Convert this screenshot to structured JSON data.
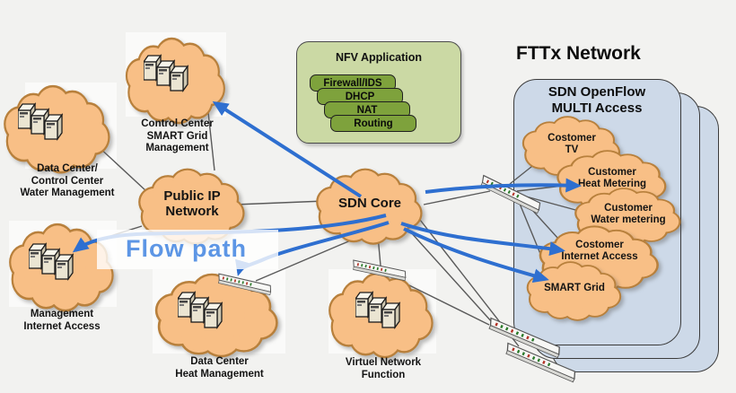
{
  "fttx_title": "FTTx Network",
  "panel": {
    "title": "SDN OpenFlow\nMULTI Access"
  },
  "nfv": {
    "title": "NFV Application",
    "pills": [
      "Firewall/IDS",
      "DHCP",
      "NAT",
      "Routing"
    ]
  },
  "flow_path_label": "Flow path",
  "nodes": {
    "water_mgmt": {
      "label": "Data Center/\nControl Center\nWater Management"
    },
    "smart_grid_mgmt": {
      "label": "Control Center\nSMART Grid\nManagement"
    },
    "public_ip": {
      "label": "Public IP\nNetwork"
    },
    "sdn_core": {
      "label": "SDN Core"
    },
    "mgmt_internet": {
      "label": "Management\nInternet Access"
    },
    "dc_heat": {
      "label": "Data Center\nHeat Management"
    },
    "vnf": {
      "label": "Virtuel Network\nFunction"
    },
    "customer_tv": {
      "label": "Costomer\nTV"
    },
    "customer_heat": {
      "label": "Customer\nHeat Metering"
    },
    "customer_water": {
      "label": "Customer\nWater metering"
    },
    "customer_internet": {
      "label": "Costomer\nInternet Access"
    },
    "smart_grid": {
      "label": "SMART Grid"
    }
  },
  "colors": {
    "cloud_fill": "#f8bf86",
    "cloud_stroke": "#b8803c",
    "panel_fill": "#cdd9e8",
    "nfv_box_fill": "#cbd9a4",
    "nfv_pill_fill": "#7ea23c",
    "arrow_blue": "#2e6fd0",
    "flow_path_blue": "#5d96e5",
    "line_gray": "#5a5a5a"
  },
  "edges": {
    "gray": [
      [
        108,
        162,
        163,
        213
      ],
      [
        231,
        116,
        239,
        190
      ],
      [
        262,
        228,
        362,
        224
      ],
      [
        158,
        252,
        82,
        276
      ],
      [
        421,
        263,
        424,
        296
      ],
      [
        400,
        264,
        285,
        313
      ],
      [
        447,
        247,
        549,
        360
      ],
      [
        468,
        245,
        578,
        386
      ],
      [
        452,
        316,
        545,
        362
      ],
      [
        472,
        228,
        546,
        213
      ],
      [
        568,
        205,
        612,
        170
      ],
      [
        586,
        219,
        656,
        238
      ],
      [
        583,
        223,
        632,
        277
      ],
      [
        579,
        227,
        612,
        307
      ],
      [
        576,
        213,
        636,
        206
      ]
    ],
    "blue": [
      "M 402,219 L 240,115",
      "M 430,240 C 340,263 215,258 152,261 C 116,263 96,270 84,279",
      "M 433,248 C 385,263 322,277 294,289 C 278,296 268,297 266,304",
      "M 474,214 C 530,207 590,205 644,207",
      "M 447,249 C 505,268 570,271 626,279",
      "M 450,255 C 505,282 562,298 608,311"
    ]
  }
}
